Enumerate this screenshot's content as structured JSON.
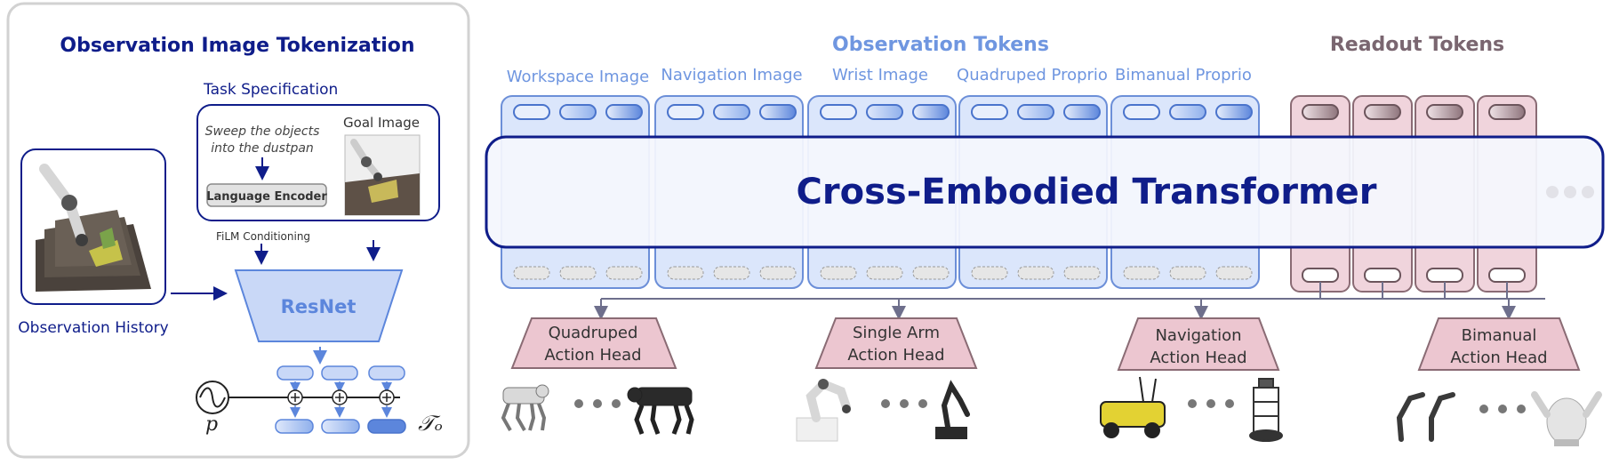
{
  "left_panel": {
    "title": "Observation Image Tokenization",
    "task_spec_label": "Task Specification",
    "instruction_line1": "Sweep the objects",
    "instruction_line2": "into the dustpan",
    "goal_image_label": "Goal Image",
    "language_encoder_label": "Language Encoder",
    "film_label": "FiLM Conditioning",
    "observation_history_label": "Observation History",
    "resnet_label": "ResNet",
    "positional_symbol": "p",
    "token_symbol": "𝒯ₒ"
  },
  "right_panel": {
    "observation_tokens_title": "Observation Tokens",
    "readout_tokens_title": "Readout Tokens",
    "groups": [
      "Workspace Image",
      "Navigation Image",
      "Wrist Image",
      "Quadruped Proprio",
      "Bimanual Proprio"
    ],
    "transformer_label": "Cross-Embodied Transformer",
    "heads": [
      {
        "line1": "Quadruped",
        "line2": "Action Head"
      },
      {
        "line1": "Single Arm",
        "line2": "Action Head"
      },
      {
        "line1": "Navigation",
        "line2": "Action Head"
      },
      {
        "line1": "Bimanual",
        "line2": "Action Head"
      }
    ]
  },
  "colors": {
    "navy": "#0f1d8a",
    "obs_blue": "#6f96e0",
    "token_fill": "#dbe6fb",
    "token_stroke": "#6c8fd8",
    "readout_fill": "#f0d4dc",
    "readout_stroke": "#8a6b74",
    "readout_title": "#7a6670",
    "head_fill": "#ecc6d0",
    "resnet_fill": "#c9d8f7"
  }
}
